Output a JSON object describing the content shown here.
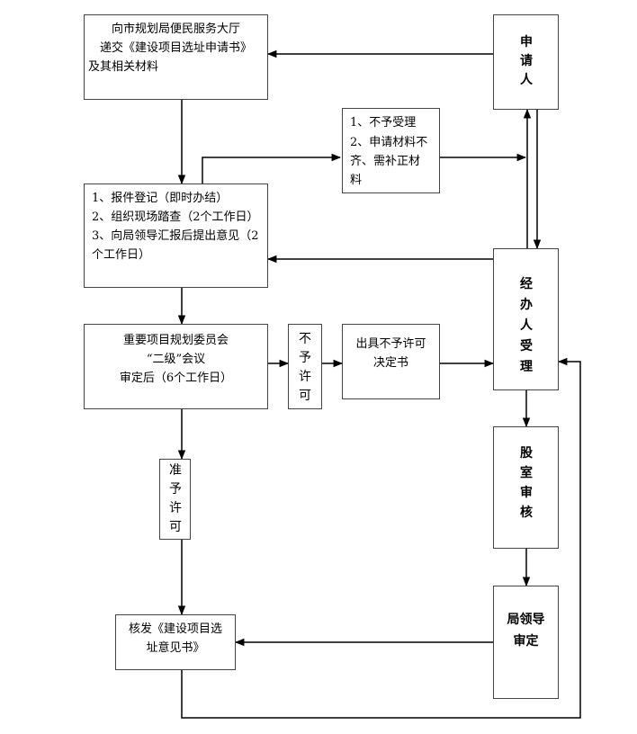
{
  "boxes": {
    "submit": {
      "line1": "向市规划局便民服务大厅",
      "line2": "递交《建设项目选址申请书》",
      "line3": "及其相关材料"
    },
    "applicant": {
      "label": "申请人"
    },
    "reject_reasons": {
      "line1": "1、不予受理",
      "line2": "2、申请材料不",
      "line3": "齐、需补正材",
      "line4": "料"
    },
    "steps": {
      "line1": "1、报件登记（即时办结）",
      "line2": "2、组织现场踏查（2个工作日）",
      "line3": "3、向局领导汇报后提出意见（2",
      "line4": "个工作日）"
    },
    "handler": {
      "label": "经办人受理"
    },
    "committee": {
      "line1": "重要项目规划委员会",
      "line2": "“二级”会议",
      "line3": "审定后（6个工作日）"
    },
    "no_permit": {
      "label": "不予许可"
    },
    "no_permit_decision": {
      "line1": "出具不予许可",
      "line2": "决定书"
    },
    "section_review": {
      "label": "股室审核"
    },
    "approve": {
      "label": "准予许可"
    },
    "leader_review": {
      "line1": "局领导",
      "line2": "审定"
    },
    "issue": {
      "line1": "核发《建设项目选",
      "line2": "址意见书》"
    }
  }
}
